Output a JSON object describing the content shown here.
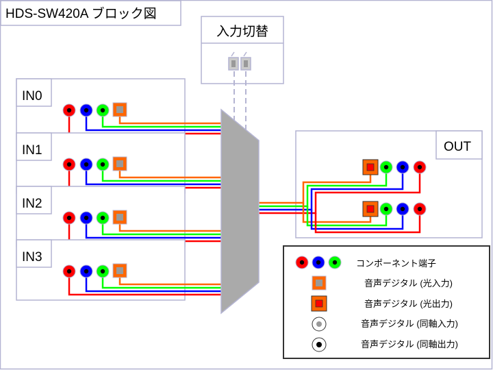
{
  "title": "HDS-SW420A ブロック図",
  "switch_label": "入力切替",
  "inputs": [
    "IN0",
    "IN1",
    "IN2",
    "IN3"
  ],
  "output_label": "OUT",
  "legend": {
    "component": "コンポーネント端子",
    "optical_in": "音声デジタル (光入力)",
    "optical_out": "音声デジタル (光出力)",
    "coax_in": "音声デジタル (同軸入力)",
    "coax_out": "音声デジタル (同軸出力)"
  },
  "colors": {
    "red": "#ff0000",
    "green": "#00ff00",
    "blue": "#0000ff",
    "orange": "#ff6600",
    "gray": "#999999",
    "border": "#b4b4d2"
  }
}
